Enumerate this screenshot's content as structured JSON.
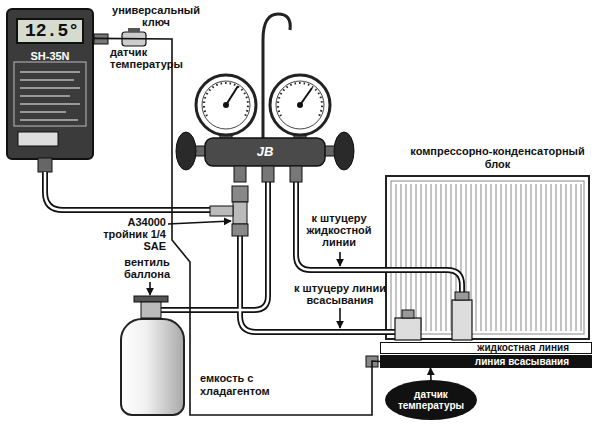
{
  "diagram": {
    "nodes": [
      {
        "text": [
          "12.5°",
          "SH-35N"
        ]
      },
      {
        "text": [
          "компрессорно-конденсаторный блок"
        ]
      },
      {
        "text": [
          "емкость с хладагентом"
        ]
      },
      {
        "text": [
          "жидкостная линия"
        ]
      },
      {
        "text": [
          "линия всасывания"
        ]
      },
      {
        "text": [
          "датчик температуры"
        ]
      }
    ],
    "edges": [
      {
        "from": 0,
        "to": 4,
        "arrow": "none"
      },
      {
        "from": 5,
        "to": 4,
        "arrow": "to"
      }
    ],
    "labels": [
      "универсальный ключ",
      "датчик температуры",
      "A34000 тройник 1/4 SAE",
      "вентиль баллона",
      "к штуцеру жидкостной линии",
      "к штуцеру линии всасывания",
      "JB"
    ]
  }
}
